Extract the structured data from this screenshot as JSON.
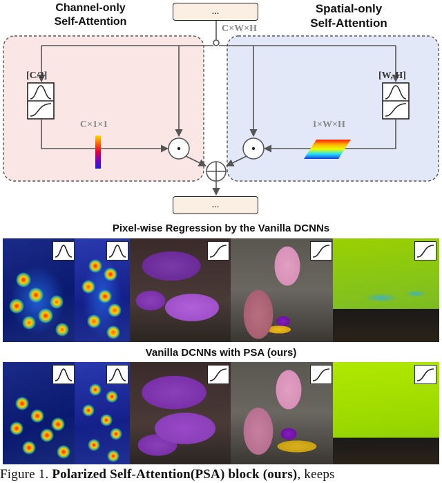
{
  "diagram": {
    "left_title_line1": "Channel-only",
    "left_title_line2": "Self-Attention",
    "right_title_line1": "Spatial-only",
    "right_title_line2": "Self-Attention",
    "input_label": "...",
    "output_label": "...",
    "input_dim": "C×W×H",
    "left_branch_dim": "[C/2]",
    "right_branch_dim": "[W, H]",
    "channel_weight_dim": "C×1×1",
    "spatial_weight_dim": "1×W×H",
    "multiply_symbol": "⊙",
    "add_symbol": "⊕",
    "colors": {
      "left_panel_bg": "#fbe6e6",
      "right_panel_bg": "#e2e8f8",
      "io_box_bg": "#fbeee2"
    }
  },
  "section1": {
    "heading": "Pixel-wise Regression by the Vanilla DCNNs"
  },
  "section2": {
    "heading": "Vanilla DCNNs with PSA (ours)"
  },
  "caption": {
    "prefix": "Figure 1. ",
    "bold": "Polarized Self-Attention(PSA) block (ours)",
    "suffix": ", keeps"
  },
  "icons": [
    "gaussian-curve-icon",
    "sigmoid-curve-icon"
  ]
}
